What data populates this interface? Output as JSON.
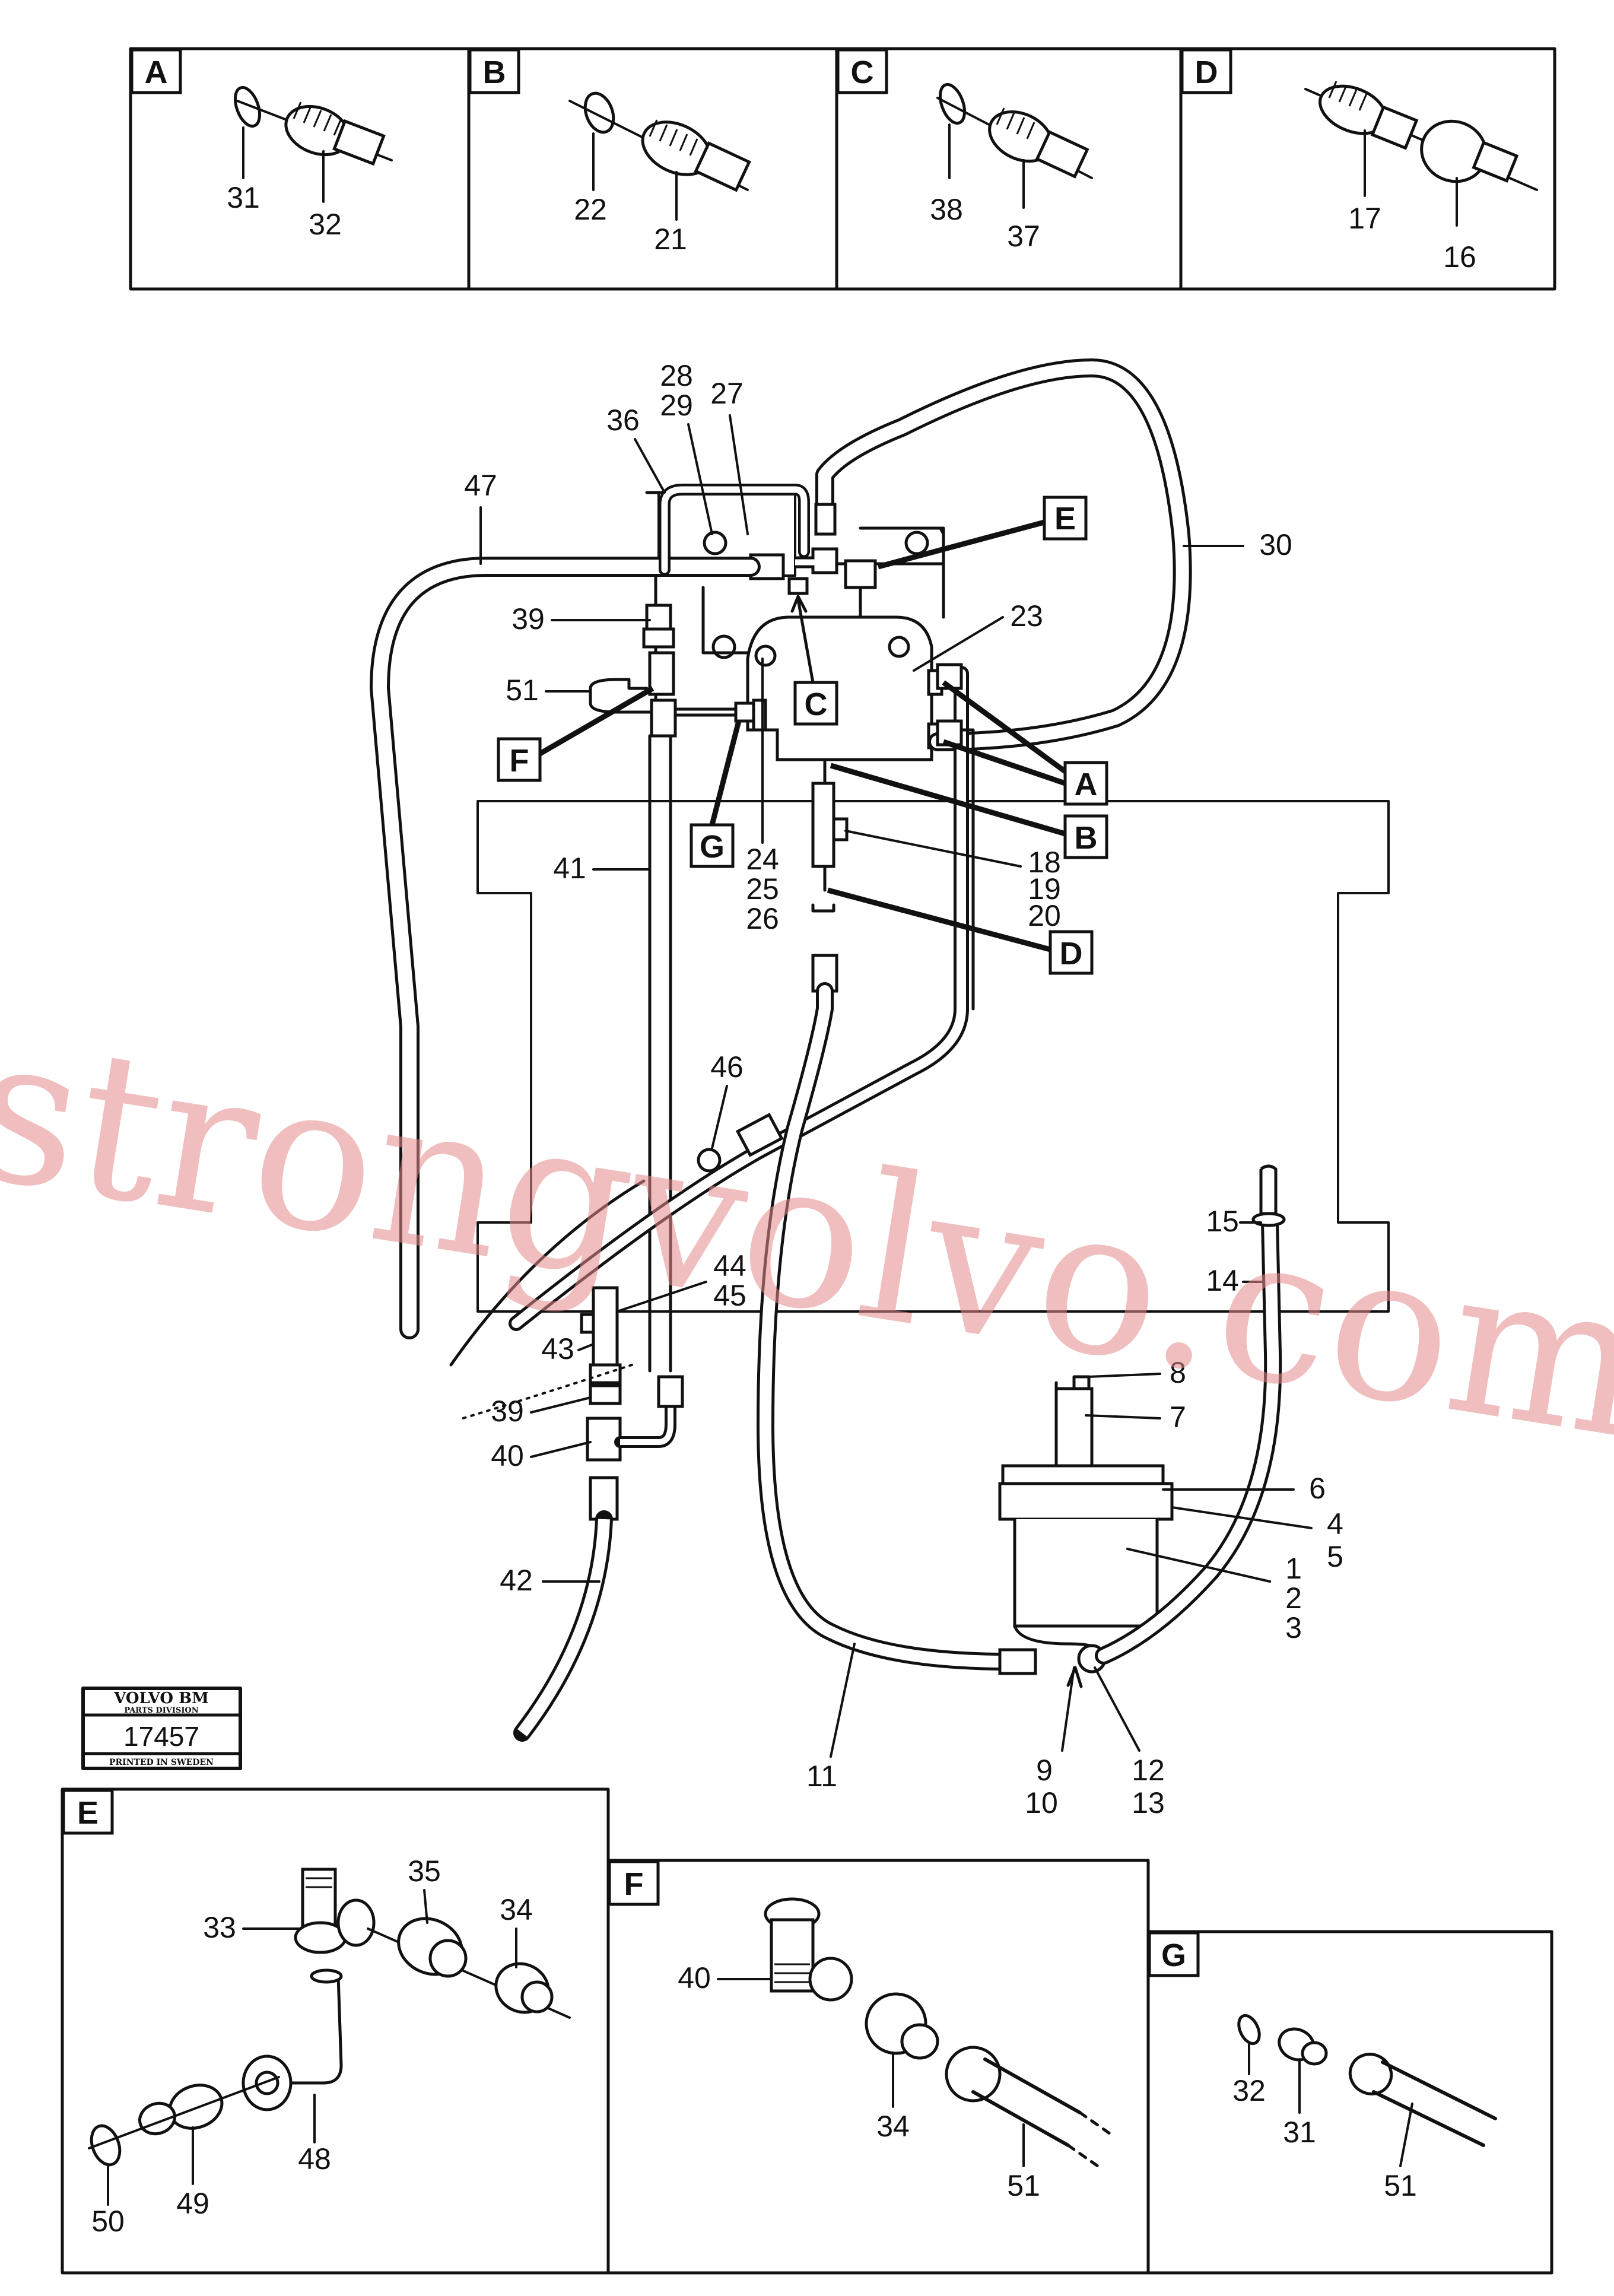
{
  "stamp": {
    "brand": "VOLVO BM",
    "division": "PARTS DIVISION",
    "number": "17457",
    "printed": "PRINTED IN SWEDEN"
  },
  "watermark": "strongvolvo.com",
  "detail_boxes": {
    "A": {
      "label": "A",
      "parts": [
        "31",
        "32"
      ]
    },
    "B": {
      "label": "B",
      "parts": [
        "22",
        "21"
      ]
    },
    "C": {
      "label": "C",
      "parts": [
        "38",
        "37"
      ]
    },
    "D": {
      "label": "D",
      "parts": [
        "17",
        "16"
      ]
    },
    "E": {
      "label": "E",
      "parts": [
        "33",
        "35",
        "34",
        "48",
        "49",
        "50"
      ]
    },
    "F": {
      "label": "F",
      "parts": [
        "40",
        "34",
        "51"
      ]
    },
    "G": {
      "label": "G",
      "parts": [
        "32",
        "31",
        "51"
      ]
    }
  },
  "callout_letters": [
    "E",
    "C",
    "F",
    "G",
    "A",
    "B",
    "D"
  ],
  "part_numbers": {
    "p47": "47",
    "p36": "36",
    "p28": "28",
    "p29": "29",
    "p27": "27",
    "p30": "30",
    "p39a": "39",
    "p51": "51",
    "p23": "23",
    "p41": "41",
    "p24": "24",
    "p25": "25",
    "p26": "26",
    "p18": "18",
    "p19": "19",
    "p20": "20",
    "p46": "46",
    "p15": "15",
    "p14": "14",
    "p44": "44",
    "p45": "45",
    "p43": "43",
    "p39b": "39",
    "p40": "40",
    "p8": "8",
    "p7": "7",
    "p6": "6",
    "p4": "4",
    "p5": "5",
    "p1": "1",
    "p2": "2",
    "p3": "3",
    "p42": "42",
    "p11": "11",
    "p9": "9",
    "p10": "10",
    "p12": "12",
    "p13": "13"
  }
}
